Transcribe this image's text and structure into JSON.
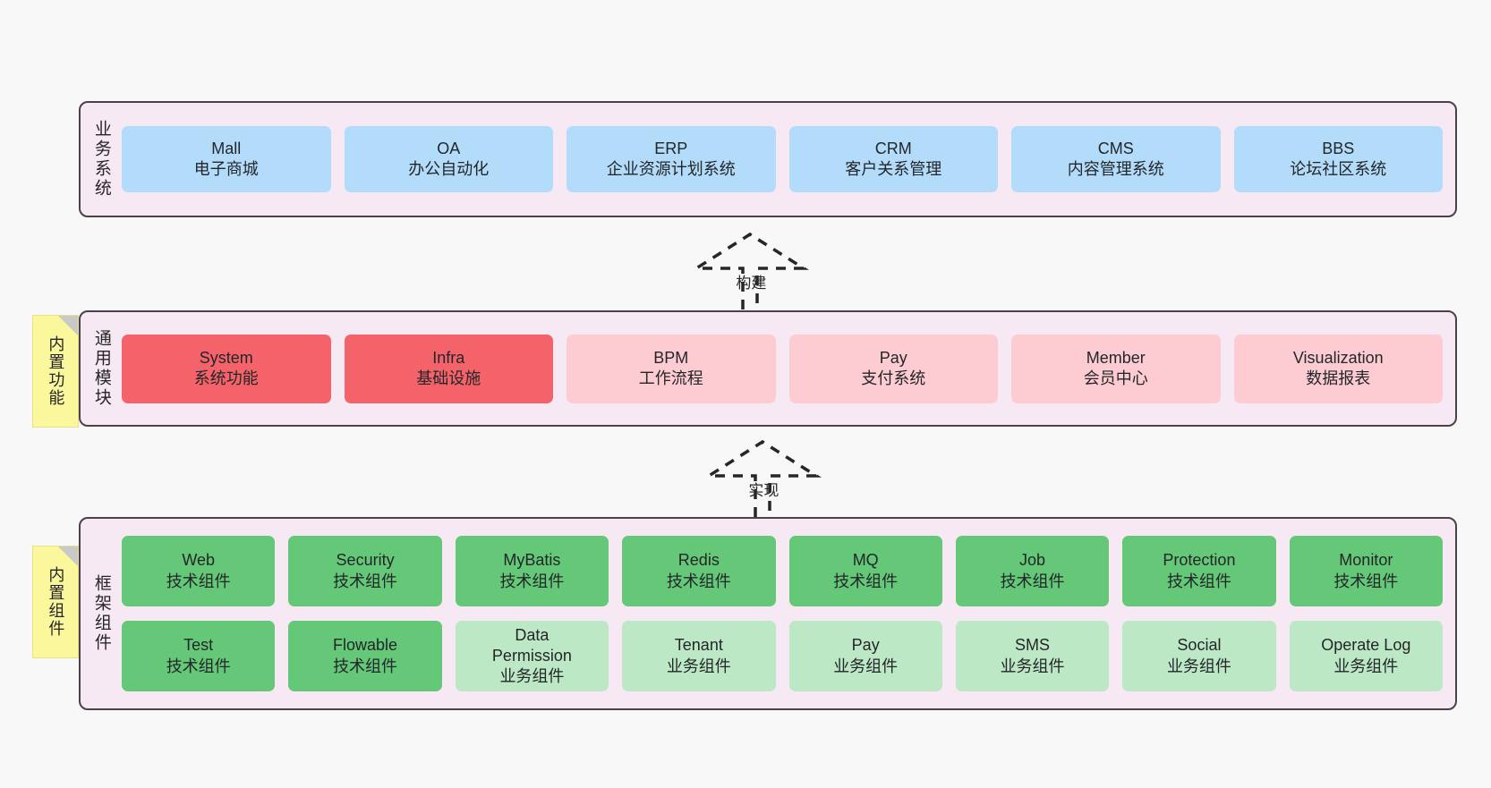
{
  "diagram": {
    "title_hidden": "",
    "colors": {
      "layer_bg": "#f7e9f3",
      "layer_border": "#4a4248",
      "blue": "#b3dcfb",
      "red_strong": "#f4636a",
      "red_light": "#fdccd3",
      "green_strong": "#64c878",
      "green_light": "#bde8c6",
      "note_bg": "#fbf79c",
      "canvas_bg": "#f8f8f8"
    }
  },
  "layers": [
    {
      "id": "business-system",
      "label": "业务系统",
      "rows": [
        [
          {
            "name": "Mall",
            "sub": "电子商城",
            "style": "blue"
          },
          {
            "name": "OA",
            "sub": "办公自动化",
            "style": "blue"
          },
          {
            "name": "ERP",
            "sub": "企业资源计划系统",
            "style": "blue"
          },
          {
            "name": "CRM",
            "sub": "客户关系管理",
            "style": "blue"
          },
          {
            "name": "CMS",
            "sub": "内容管理系统",
            "style": "blue"
          },
          {
            "name": "BBS",
            "sub": "论坛社区系统",
            "style": "blue"
          }
        ]
      ]
    },
    {
      "id": "common-module",
      "label": "通用模块",
      "note": "内置功能",
      "rows": [
        [
          {
            "name": "System",
            "sub": "系统功能",
            "style": "red-strong"
          },
          {
            "name": "Infra",
            "sub": "基础设施",
            "style": "red-strong"
          },
          {
            "name": "BPM",
            "sub": "工作流程",
            "style": "red-light"
          },
          {
            "name": "Pay",
            "sub": "支付系统",
            "style": "red-light"
          },
          {
            "name": "Member",
            "sub": "会员中心",
            "style": "red-light"
          },
          {
            "name": "Visualization",
            "sub": "数据报表",
            "style": "red-light"
          }
        ]
      ]
    },
    {
      "id": "framework-component",
      "label": "框架组件",
      "note": "内置组件",
      "rows": [
        [
          {
            "name": "Web",
            "sub": "技术组件",
            "style": "green-strong"
          },
          {
            "name": "Security",
            "sub": "技术组件",
            "style": "green-strong"
          },
          {
            "name": "MyBatis",
            "sub": "技术组件",
            "style": "green-strong"
          },
          {
            "name": "Redis",
            "sub": "技术组件",
            "style": "green-strong"
          },
          {
            "name": "MQ",
            "sub": "技术组件",
            "style": "green-strong"
          },
          {
            "name": "Job",
            "sub": "技术组件",
            "style": "green-strong"
          },
          {
            "name": "Protection",
            "sub": "技术组件",
            "style": "green-strong"
          },
          {
            "name": "Monitor",
            "sub": "技术组件",
            "style": "green-strong"
          }
        ],
        [
          {
            "name": "Test",
            "sub": "技术组件",
            "style": "green-strong"
          },
          {
            "name": "Flowable",
            "sub": "技术组件",
            "style": "green-strong"
          },
          {
            "name": "Data Permission",
            "sub": "业务组件",
            "style": "green-light"
          },
          {
            "name": "Tenant",
            "sub": "业务组件",
            "style": "green-light"
          },
          {
            "name": "Pay",
            "sub": "业务组件",
            "style": "green-light"
          },
          {
            "name": "SMS",
            "sub": "业务组件",
            "style": "green-light"
          },
          {
            "name": "Social",
            "sub": "业务组件",
            "style": "green-light"
          },
          {
            "name": "Operate Log",
            "sub": "业务组件",
            "style": "green-light"
          }
        ]
      ]
    }
  ],
  "connectors": [
    {
      "id": "build",
      "label": "构建"
    },
    {
      "id": "implement",
      "label": "实现"
    }
  ]
}
